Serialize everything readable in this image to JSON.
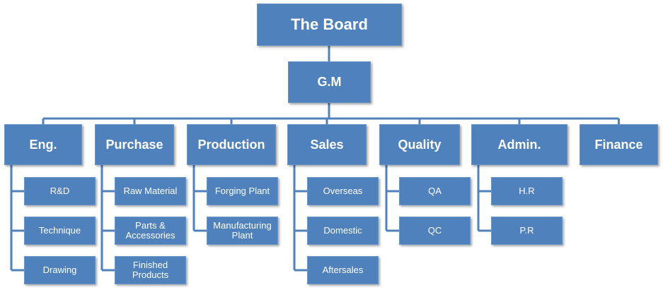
{
  "top": "The Board",
  "gm": "G.M",
  "departments": [
    {
      "name": "Eng.",
      "subs": [
        "R&D",
        "Technique",
        "Drawing"
      ]
    },
    {
      "name": "Purchase",
      "subs": [
        "Raw Material",
        "Parts &\nAccessories",
        "Finished Products"
      ]
    },
    {
      "name": "Production",
      "subs": [
        "Forging Plant",
        "Manufacturing\nPlant"
      ]
    },
    {
      "name": "Sales",
      "subs": [
        "Overseas",
        "Domestic",
        "Aftersales"
      ]
    },
    {
      "name": "Quality",
      "subs": [
        "QA",
        "QC"
      ]
    },
    {
      "name": "Admin.",
      "subs": [
        "H.R",
        "P.R"
      ]
    },
    {
      "name": "Finance",
      "subs": []
    }
  ],
  "colors": {
    "box": "#4f81bd",
    "border": "#6a95c8",
    "line": "#4f81bd",
    "text": "#ffffff"
  }
}
